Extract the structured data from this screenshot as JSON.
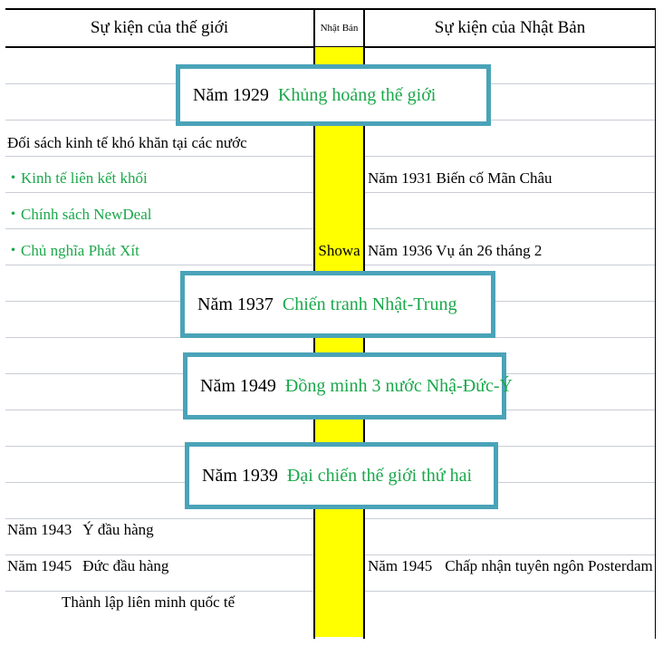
{
  "header": {
    "world_events": "Sự kiện của thế giới",
    "japan_era": "Nhật Bản",
    "japan_events": "Sự kiện của Nhật Bản"
  },
  "era_label": "Showa",
  "world": {
    "policy_heading": "Đối sách kinh tế khó khăn tại các nước",
    "bullets": [
      {
        "mark": "・",
        "text": "Kinh tế liên kết khối"
      },
      {
        "mark": "・",
        "text": "Chính sách NewDeal"
      },
      {
        "mark": "・",
        "text": "Chủ nghĩa Phát Xít"
      }
    ],
    "e1943_year": "Năm 1943",
    "e1943_text": "Ý đầu hàng",
    "e1945_year": "Năm 1945",
    "e1945_text": "Đức đầu hàng",
    "league": "Thành lập liên minh quốc tế"
  },
  "japan": {
    "e1931": "Năm 1931 Biến cố Mãn Châu",
    "e1936": "Năm 1936 Vụ án 26 tháng 2",
    "e1945_year": "Năm 1945",
    "e1945_text": "Chấp nhận tuyên ngôn Posterdam"
  },
  "boxes": [
    {
      "year": "Năm 1929",
      "event": "Khủng hoảng thế giới"
    },
    {
      "year": "Năm 1937",
      "event": "Chiến tranh Nhật-Trung"
    },
    {
      "year": "Năm 1949",
      "event": "Đồng minh 3 nước Nhậ-Đức-Ý"
    },
    {
      "year": "Năm 1939",
      "event": "Đại chiến thế giới thứ hai"
    }
  ],
  "colors": {
    "accent_green": "#1aa84a",
    "box_border": "#4aa3b8",
    "era_yellow": "#ffff00"
  }
}
